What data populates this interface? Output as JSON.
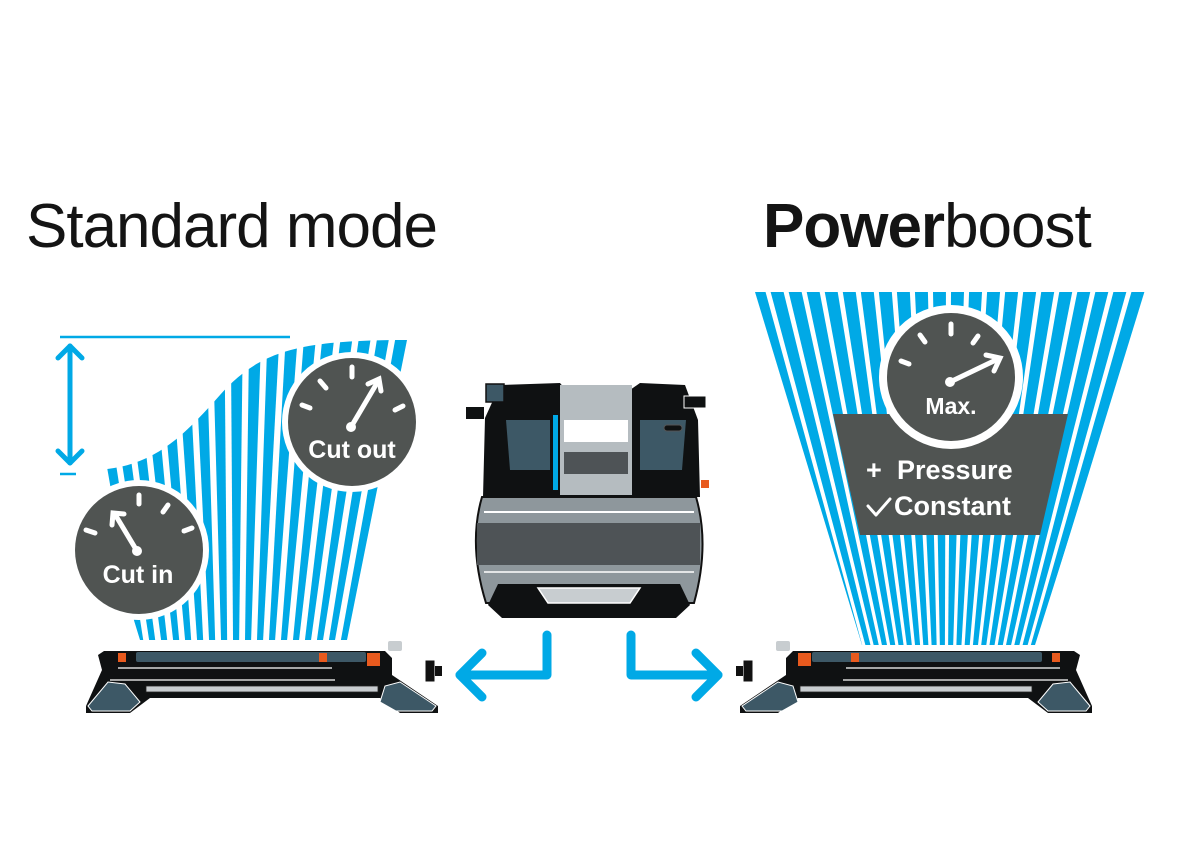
{
  "colors": {
    "water_blue": "#00a9e6",
    "gauge_gray": "#505452",
    "device_dark": "#0f1112",
    "device_teal": "#3d5866",
    "accent_orange": "#e85a1e",
    "text_black": "#141414"
  },
  "left_panel": {
    "title": "Standard mode",
    "gauge_cut_in": {
      "label": "Cut in",
      "icon": "pressure-gauge-low-icon"
    },
    "gauge_cut_out": {
      "label": "Cut out",
      "icon": "pressure-gauge-high-icon"
    },
    "range_arrow_icon": "double-arrow-vertical-icon"
  },
  "right_panel": {
    "title_bold": "Power",
    "title_regular": "boost",
    "gauge_max": {
      "label": "Max.",
      "icon": "pressure-gauge-max-icon"
    },
    "benefits": [
      {
        "icon": "plus-icon",
        "symbol": "+",
        "label": "Pressure"
      },
      {
        "icon": "check-icon",
        "symbol": "✓",
        "label": "Constant"
      }
    ]
  },
  "center": {
    "device_icon": "pressure-tank-pump-icon",
    "arrow_left_icon": "arrow-left-icon",
    "arrow_right_icon": "arrow-right-icon"
  }
}
